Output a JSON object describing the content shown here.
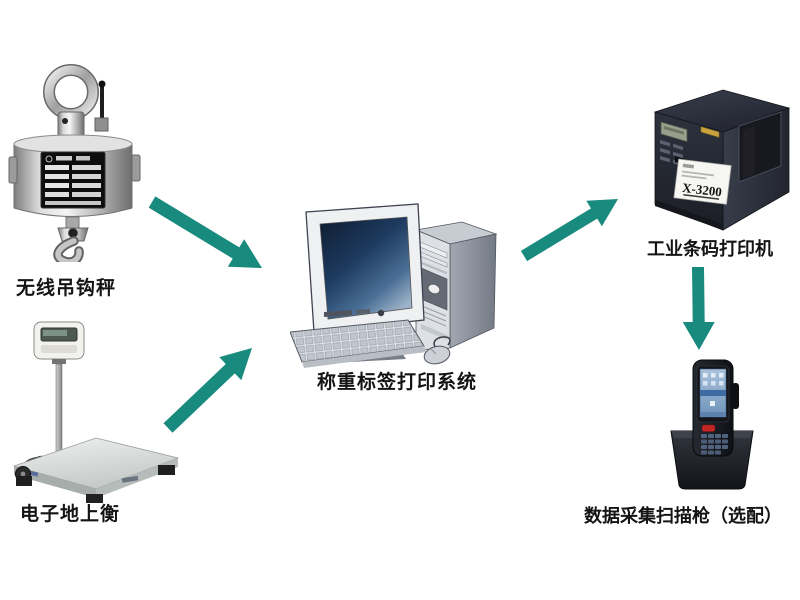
{
  "page": {
    "background": "#ffffff"
  },
  "diagram": {
    "arrow_color": "#188a7e",
    "nodes": [
      {
        "id": "wireless-crane-scale",
        "label": "无线吊钩秤",
        "icon": "crane-scale-photo"
      },
      {
        "id": "electronic-floor-scale",
        "label": "电子地上衡",
        "icon": "floor-scale-photo"
      },
      {
        "id": "weighing-label-print-system",
        "label": "称重标签打印系统",
        "icon": "desktop-computer-photo"
      },
      {
        "id": "industrial-barcode-printer",
        "label": "工业条码打印机",
        "icon": "barcode-printer-photo",
        "model": "X-3200"
      },
      {
        "id": "data-collection-scanner",
        "label": "数据采集扫描枪（选配）",
        "icon": "handheld-scanner-photo"
      }
    ],
    "edges": [
      {
        "from": "wireless-crane-scale",
        "to": "weighing-label-print-system"
      },
      {
        "from": "electronic-floor-scale",
        "to": "weighing-label-print-system"
      },
      {
        "from": "weighing-label-print-system",
        "to": "industrial-barcode-printer"
      },
      {
        "from": "industrial-barcode-printer",
        "to": "data-collection-scanner"
      }
    ]
  }
}
